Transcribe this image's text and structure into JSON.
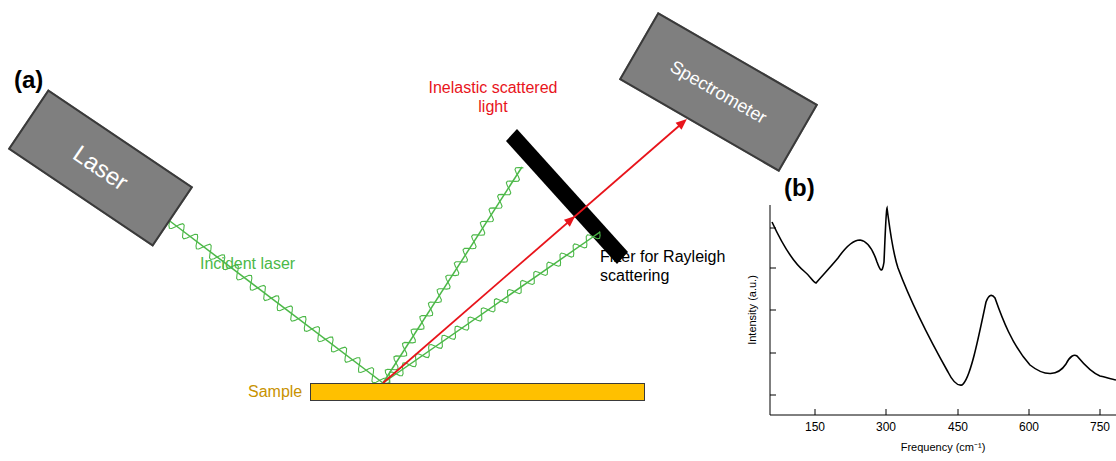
{
  "diagram": {
    "nodes": [
      {
        "text": [
          "Laser"
        ]
      },
      {
        "text": [
          "Spectrometer"
        ]
      },
      {
        "text": [
          "Sample"
        ]
      }
    ],
    "edges": [
      {
        "from": 0,
        "to": 2,
        "arrow": "none",
        "label": "Incident laser"
      },
      {
        "from": 2,
        "to": 1,
        "arrow": "to",
        "label": "Inelastic scattered light"
      }
    ],
    "labels": [
      "(a)",
      "Filter for Rayleigh scattering",
      "(b)",
      "Intensity (a.u.)",
      "150",
      "300",
      "450",
      "600",
      "750",
      "Frequency (cm⁻¹)"
    ]
  }
}
